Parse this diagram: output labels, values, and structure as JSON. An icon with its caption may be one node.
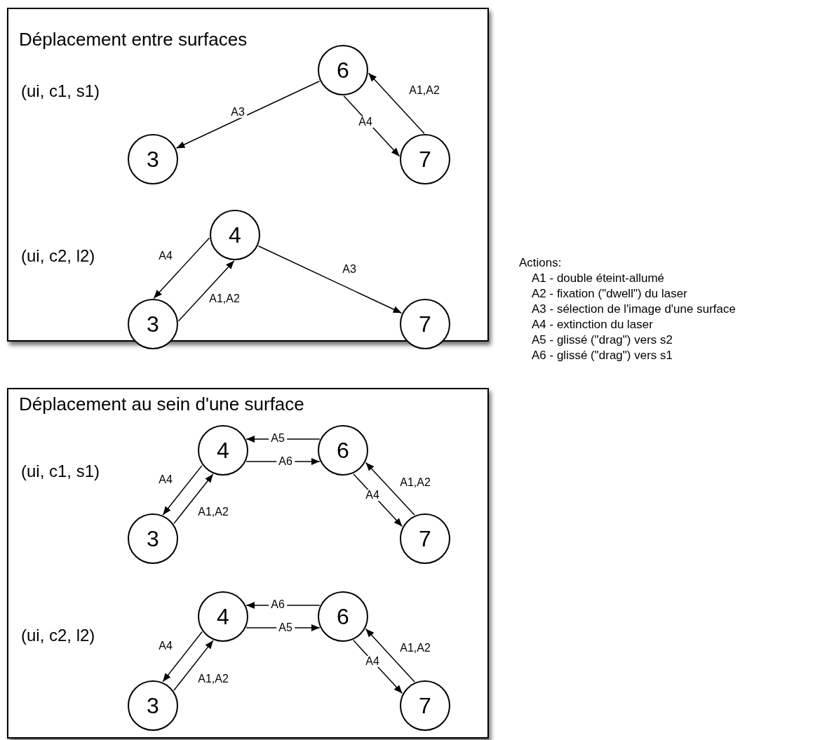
{
  "diagram": {
    "nodes": [
      {
        "text": [
          "Déplacement entre surfaces"
        ]
      },
      {
        "text": [
          "6"
        ],
        "in": 0
      },
      {
        "text": [
          "3"
        ],
        "in": 0
      },
      {
        "text": [
          "7"
        ],
        "in": 0
      },
      {
        "text": [
          "4"
        ],
        "in": 0
      },
      {
        "text": [
          "3"
        ],
        "in": 0
      },
      {
        "text": [
          "7"
        ],
        "in": 0
      },
      {
        "text": [
          "Déplacement au sein d'une surface"
        ]
      },
      {
        "text": [
          "4"
        ],
        "in": 7
      },
      {
        "text": [
          "6"
        ],
        "in": 7
      },
      {
        "text": [
          "3"
        ],
        "in": 7
      },
      {
        "text": [
          "7"
        ],
        "in": 7
      },
      {
        "text": [
          "4"
        ],
        "in": 7
      },
      {
        "text": [
          "6"
        ],
        "in": 7
      },
      {
        "text": [
          "3"
        ],
        "in": 7
      },
      {
        "text": [
          "7"
        ],
        "in": 7
      }
    ],
    "edges": [
      {
        "from": 1,
        "to": 2,
        "arrow": "to",
        "label": "A3"
      },
      {
        "from": 1,
        "to": 3,
        "arrow": "to",
        "label": "A4"
      },
      {
        "from": 3,
        "to": 1,
        "arrow": "to",
        "label": "A1,A2"
      },
      {
        "from": 4,
        "to": 5,
        "arrow": "to",
        "label": "A4"
      },
      {
        "from": 5,
        "to": 4,
        "arrow": "to",
        "label": "A1,A2"
      },
      {
        "from": 4,
        "to": 6,
        "arrow": "to",
        "label": "A3"
      },
      {
        "from": 9,
        "to": 8,
        "arrow": "to",
        "label": "A5"
      },
      {
        "from": 8,
        "to": 9,
        "arrow": "to",
        "label": "A6"
      },
      {
        "from": 8,
        "to": 10,
        "arrow": "to",
        "label": "A4"
      },
      {
        "from": 10,
        "to": 8,
        "arrow": "to",
        "label": "A1,A2"
      },
      {
        "from": 9,
        "to": 11,
        "arrow": "to",
        "label": "A4"
      },
      {
        "from": 11,
        "to": 9,
        "arrow": "to",
        "label": "A1,A2"
      },
      {
        "from": 13,
        "to": 12,
        "arrow": "to",
        "label": "A6"
      },
      {
        "from": 12,
        "to": 13,
        "arrow": "to",
        "label": "A5"
      },
      {
        "from": 12,
        "to": 14,
        "arrow": "to",
        "label": "A4"
      },
      {
        "from": 14,
        "to": 12,
        "arrow": "to",
        "label": "A1,A2"
      },
      {
        "from": 13,
        "to": 15,
        "arrow": "to",
        "label": "A4"
      },
      {
        "from": 15,
        "to": 13,
        "arrow": "to",
        "label": "A1,A2"
      }
    ],
    "labels": [
      "(ui, c1, s1)",
      "(ui, c2, l2)",
      "Actions:",
      "A1 - double éteint-allumé",
      "A2 - fixation (\"dwell\") du laser",
      "A3 - sélection de l'image d'une surface",
      "A4 - extinction du laser",
      "A5 - glissé (\"drag\") vers s2",
      "A6 - glissé (\"drag\") vers s1",
      "(ui, c1, s1)",
      "(ui, c2, l2)"
    ]
  }
}
